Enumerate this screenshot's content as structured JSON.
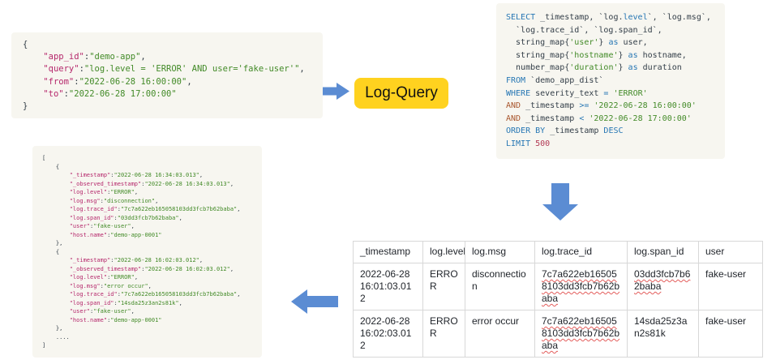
{
  "colors": {
    "arrow": "#5b8cd3",
    "label_bg": "#ffd21f",
    "code_bg": "#f7f6f0",
    "pln": "#333e48",
    "key": "#b5276b",
    "str": "#428a27",
    "kw": "#2777b4",
    "kw2": "#a9572e",
    "num": "#b23a55"
  },
  "label": {
    "text": "Log-Query"
  },
  "request_code": {
    "lines": [
      [
        {
          "t": "{",
          "c": "pln"
        }
      ],
      [
        {
          "t": "    ",
          "c": "pln"
        },
        {
          "t": "\"app_id\"",
          "c": "key"
        },
        {
          "t": ":",
          "c": "pln"
        },
        {
          "t": "\"demo-app\"",
          "c": "str"
        },
        {
          "t": ",",
          "c": "pln"
        }
      ],
      [
        {
          "t": "    ",
          "c": "pln"
        },
        {
          "t": "\"query\"",
          "c": "key"
        },
        {
          "t": ":",
          "c": "pln"
        },
        {
          "t": "\"log.level = 'ERROR' AND user='fake-user'\"",
          "c": "str"
        },
        {
          "t": ",",
          "c": "pln"
        }
      ],
      [
        {
          "t": "    ",
          "c": "pln"
        },
        {
          "t": "\"from\"",
          "c": "key"
        },
        {
          "t": ":",
          "c": "pln"
        },
        {
          "t": "\"2022-06-28 16:00:00\"",
          "c": "str"
        },
        {
          "t": ",",
          "c": "pln"
        }
      ],
      [
        {
          "t": "    ",
          "c": "pln"
        },
        {
          "t": "\"to\"",
          "c": "key"
        },
        {
          "t": ":",
          "c": "pln"
        },
        {
          "t": "\"2022-06-28 17:00:00\"",
          "c": "str"
        }
      ],
      [
        {
          "t": "}",
          "c": "pln"
        }
      ]
    ]
  },
  "sql_code": {
    "lines": [
      [
        {
          "t": "SELECT",
          "c": "kw"
        },
        {
          "t": " _timestamp, `log.",
          "c": "pln"
        },
        {
          "t": "level",
          "c": "kw"
        },
        {
          "t": "`, `log.msg`,",
          "c": "pln"
        }
      ],
      [
        {
          "t": "  `log.trace_id`, `log.span_id`,",
          "c": "pln"
        }
      ],
      [
        {
          "t": "  string_map{",
          "c": "pln"
        },
        {
          "t": "'user'",
          "c": "str"
        },
        {
          "t": "} ",
          "c": "pln"
        },
        {
          "t": "as",
          "c": "kw"
        },
        {
          "t": " user,",
          "c": "pln"
        }
      ],
      [
        {
          "t": "  string_map{",
          "c": "pln"
        },
        {
          "t": "'hostname'",
          "c": "str"
        },
        {
          "t": "} ",
          "c": "pln"
        },
        {
          "t": "as",
          "c": "kw"
        },
        {
          "t": " hostname,",
          "c": "pln"
        }
      ],
      [
        {
          "t": "  number_map{",
          "c": "pln"
        },
        {
          "t": "'duration'",
          "c": "str"
        },
        {
          "t": "} ",
          "c": "pln"
        },
        {
          "t": "as",
          "c": "kw"
        },
        {
          "t": " duration",
          "c": "pln"
        }
      ],
      [
        {
          "t": "FROM",
          "c": "kw"
        },
        {
          "t": " `demo_app_dist`",
          "c": "pln"
        }
      ],
      [
        {
          "t": "WHERE",
          "c": "kw"
        },
        {
          "t": " severity_text ",
          "c": "pln"
        },
        {
          "t": "=",
          "c": "kw"
        },
        {
          "t": " ",
          "c": "pln"
        },
        {
          "t": "'ERROR'",
          "c": "str"
        }
      ],
      [
        {
          "t": "AND",
          "c": "kw2"
        },
        {
          "t": " _timestamp ",
          "c": "pln"
        },
        {
          "t": ">=",
          "c": "kw"
        },
        {
          "t": " ",
          "c": "pln"
        },
        {
          "t": "'2022-06-28 16:00:00'",
          "c": "str"
        }
      ],
      [
        {
          "t": "AND",
          "c": "kw2"
        },
        {
          "t": " _timestamp ",
          "c": "pln"
        },
        {
          "t": "<",
          "c": "kw"
        },
        {
          "t": " ",
          "c": "pln"
        },
        {
          "t": "'2022-06-28 17:00:00'",
          "c": "str"
        }
      ],
      [
        {
          "t": "ORDER BY",
          "c": "kw"
        },
        {
          "t": " _timestamp ",
          "c": "pln"
        },
        {
          "t": "DESC",
          "c": "kw"
        }
      ],
      [
        {
          "t": "LIMIT",
          "c": "kw"
        },
        {
          "t": " ",
          "c": "pln"
        },
        {
          "t": "500",
          "c": "num"
        }
      ]
    ]
  },
  "response_code": {
    "lines": [
      [
        {
          "t": "[",
          "c": "pln"
        }
      ],
      [
        {
          "t": "    {",
          "c": "pln"
        }
      ],
      [
        {
          "t": "        ",
          "c": "pln"
        },
        {
          "t": "\"_timestamp\"",
          "c": "key"
        },
        {
          "t": ":",
          "c": "pln"
        },
        {
          "t": "\"2022-06-28 16:34:03.013\"",
          "c": "str"
        },
        {
          "t": ",",
          "c": "pln"
        }
      ],
      [
        {
          "t": "        ",
          "c": "pln"
        },
        {
          "t": "\"_observed_timestamp\"",
          "c": "key"
        },
        {
          "t": ":",
          "c": "pln"
        },
        {
          "t": "\"2022-06-28 16:34:03.013\"",
          "c": "str"
        },
        {
          "t": ",",
          "c": "pln"
        }
      ],
      [
        {
          "t": "        ",
          "c": "pln"
        },
        {
          "t": "\"log.level\"",
          "c": "key"
        },
        {
          "t": ":",
          "c": "pln"
        },
        {
          "t": "\"ERROR\"",
          "c": "str"
        },
        {
          "t": ",",
          "c": "pln"
        }
      ],
      [
        {
          "t": "        ",
          "c": "pln"
        },
        {
          "t": "\"log.msg\"",
          "c": "key"
        },
        {
          "t": ":",
          "c": "pln"
        },
        {
          "t": "\"disconnection\"",
          "c": "str"
        },
        {
          "t": ",",
          "c": "pln"
        }
      ],
      [
        {
          "t": "        ",
          "c": "pln"
        },
        {
          "t": "\"log.trace_id\"",
          "c": "key"
        },
        {
          "t": ":",
          "c": "pln"
        },
        {
          "t": "\"7c7a622eb165058103dd3fcb7b62baba\"",
          "c": "str"
        },
        {
          "t": ",",
          "c": "pln"
        }
      ],
      [
        {
          "t": "        ",
          "c": "pln"
        },
        {
          "t": "\"log.span_id\"",
          "c": "key"
        },
        {
          "t": ":",
          "c": "pln"
        },
        {
          "t": "\"03dd3fcb7b62baba\"",
          "c": "str"
        },
        {
          "t": ",",
          "c": "pln"
        }
      ],
      [
        {
          "t": "        ",
          "c": "pln"
        },
        {
          "t": "\"user\"",
          "c": "key"
        },
        {
          "t": ":",
          "c": "pln"
        },
        {
          "t": "\"fake-user\"",
          "c": "str"
        },
        {
          "t": ",",
          "c": "pln"
        }
      ],
      [
        {
          "t": "        ",
          "c": "pln"
        },
        {
          "t": "\"host.name\"",
          "c": "key"
        },
        {
          "t": ":",
          "c": "pln"
        },
        {
          "t": "\"demo-app-0001\"",
          "c": "str"
        }
      ],
      [
        {
          "t": "    },",
          "c": "pln"
        }
      ],
      [
        {
          "t": "    {",
          "c": "pln"
        }
      ],
      [
        {
          "t": "        ",
          "c": "pln"
        },
        {
          "t": "\"_timestamp\"",
          "c": "key"
        },
        {
          "t": ":",
          "c": "pln"
        },
        {
          "t": "\"2022-06-28 16:02:03.012\"",
          "c": "str"
        },
        {
          "t": ",",
          "c": "pln"
        }
      ],
      [
        {
          "t": "        ",
          "c": "pln"
        },
        {
          "t": "\"_observed_timestamp\"",
          "c": "key"
        },
        {
          "t": ":",
          "c": "pln"
        },
        {
          "t": "\"2022-06-28 16:02:03.012\"",
          "c": "str"
        },
        {
          "t": ",",
          "c": "pln"
        }
      ],
      [
        {
          "t": "        ",
          "c": "pln"
        },
        {
          "t": "\"log.level\"",
          "c": "key"
        },
        {
          "t": ":",
          "c": "pln"
        },
        {
          "t": "\"ERROR\"",
          "c": "str"
        },
        {
          "t": ",",
          "c": "pln"
        }
      ],
      [
        {
          "t": "        ",
          "c": "pln"
        },
        {
          "t": "\"log.msg\"",
          "c": "key"
        },
        {
          "t": ":",
          "c": "pln"
        },
        {
          "t": "\"error occur\"",
          "c": "str"
        },
        {
          "t": ",",
          "c": "pln"
        }
      ],
      [
        {
          "t": "        ",
          "c": "pln"
        },
        {
          "t": "\"log.trace_id\"",
          "c": "key"
        },
        {
          "t": ":",
          "c": "pln"
        },
        {
          "t": "\"7c7a622eb165058103dd3fcb7b62baba\"",
          "c": "str"
        },
        {
          "t": ",",
          "c": "pln"
        }
      ],
      [
        {
          "t": "        ",
          "c": "pln"
        },
        {
          "t": "\"log.span_id\"",
          "c": "key"
        },
        {
          "t": ":",
          "c": "pln"
        },
        {
          "t": "\"14sda25z3an2s81k\"",
          "c": "str"
        },
        {
          "t": ",",
          "c": "pln"
        }
      ],
      [
        {
          "t": "        ",
          "c": "pln"
        },
        {
          "t": "\"user\"",
          "c": "key"
        },
        {
          "t": ":",
          "c": "pln"
        },
        {
          "t": "\"fake-user\"",
          "c": "str"
        },
        {
          "t": ",",
          "c": "pln"
        }
      ],
      [
        {
          "t": "        ",
          "c": "pln"
        },
        {
          "t": "\"host.name\"",
          "c": "key"
        },
        {
          "t": ":",
          "c": "pln"
        },
        {
          "t": "\"demo-app-0001\"",
          "c": "str"
        }
      ],
      [
        {
          "t": "    },",
          "c": "pln"
        }
      ],
      [
        {
          "t": "    ....",
          "c": "pln"
        }
      ],
      [
        {
          "t": "]",
          "c": "pln"
        }
      ]
    ]
  },
  "table": {
    "headers": [
      "_timestamp",
      "log.level",
      "log.msg",
      "log.trace_id",
      "log.span_id",
      "user"
    ],
    "rows": [
      [
        {
          "t": "2022-06-28 16:01:03.012"
        },
        {
          "t": "ERROR"
        },
        {
          "t": "disconnection"
        },
        {
          "t": "7c7a622eb165058103dd3fcb7b62baba",
          "u": true
        },
        {
          "t": "03dd3fcb7b62baba",
          "u": true
        },
        {
          "t": "fake-user"
        }
      ],
      [
        {
          "t": "2022-06-28 16:02:03.012"
        },
        {
          "t": "ERROR"
        },
        {
          "t": "error occur"
        },
        {
          "t": "7c7a622eb165058103dd3fcb7b62baba",
          "u": true
        },
        {
          "t": "14sda25z3an2s81k"
        },
        {
          "t": "fake-user"
        }
      ]
    ]
  }
}
